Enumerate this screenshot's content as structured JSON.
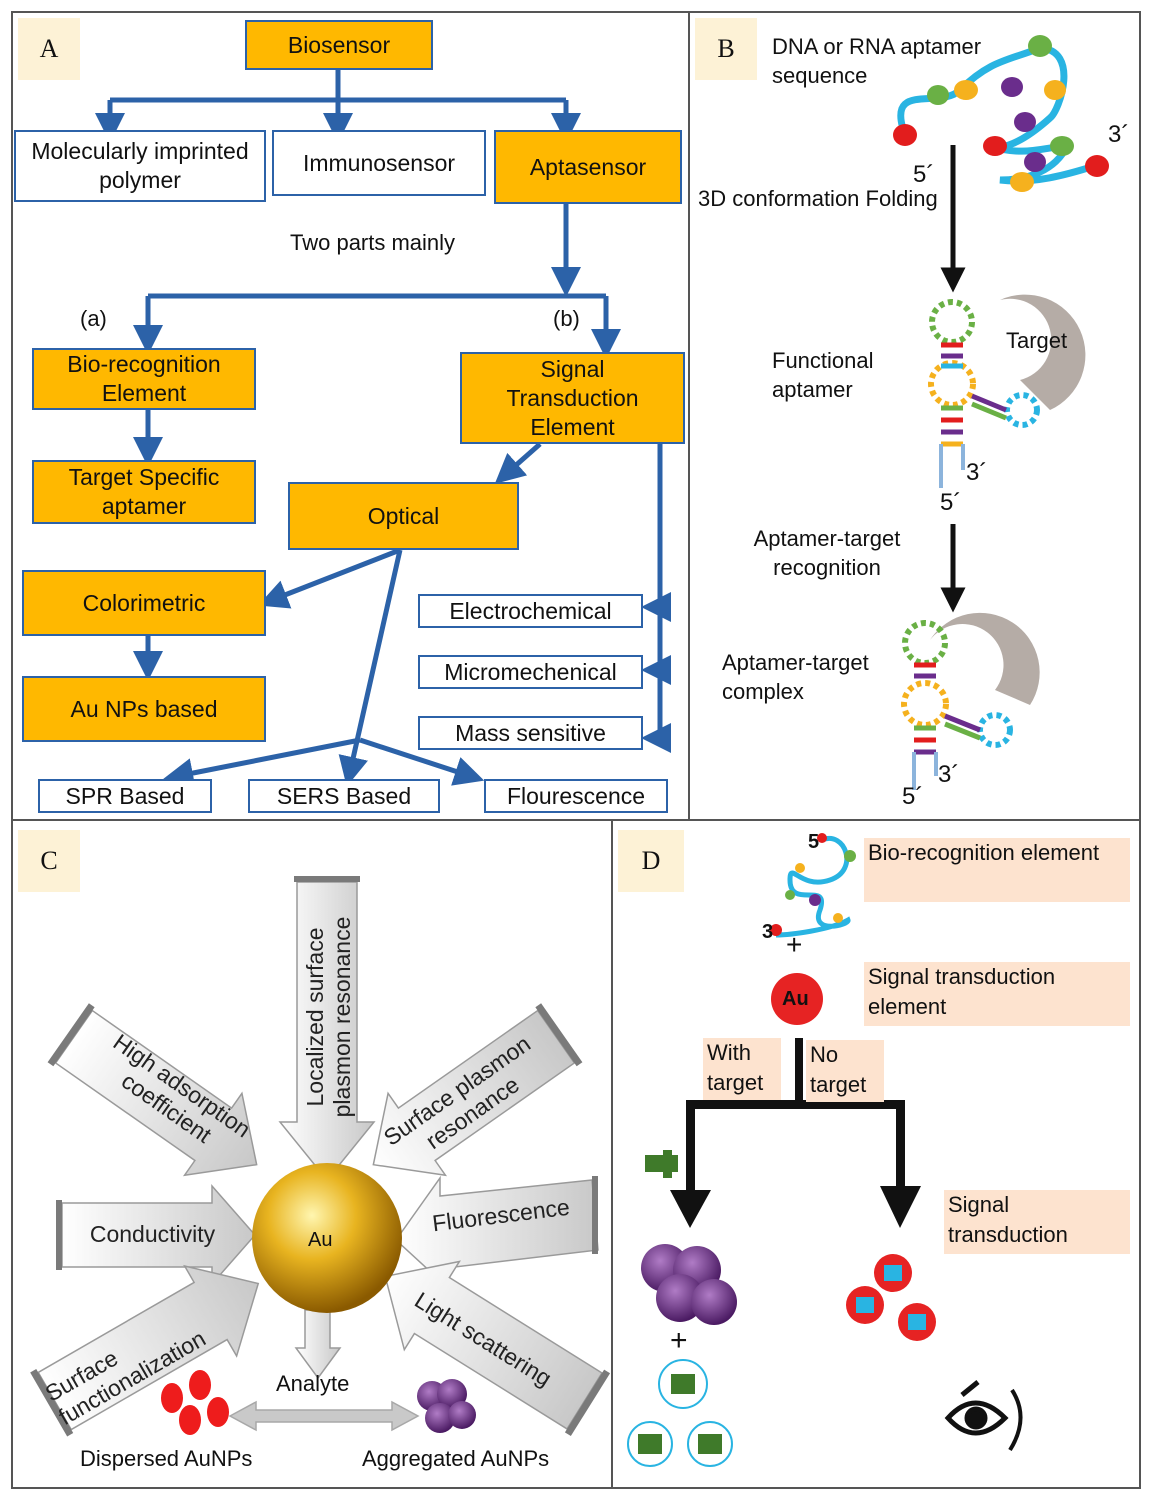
{
  "panelA": {
    "letter": "A",
    "biosensor": "Biosensor",
    "mip": "Molecularly imprinted polymer",
    "immuno": "Immunosensor",
    "apta": "Aptasensor",
    "two_parts": "Two parts mainly",
    "label_a": "(a)",
    "label_b": "(b)",
    "biorec": "Bio-recognition Element",
    "signal": "Signal Transduction Element",
    "target_specific": "Target Specific aptamer",
    "optical": "Optical",
    "colorimetric": "Colorimetric",
    "aunps": "Au NPs based",
    "electro": "Electrochemical",
    "micro": "Micromechenical",
    "mass": "Mass sensitive",
    "spr": "SPR Based",
    "sers": "SERS Based",
    "fluor": "Flourescence"
  },
  "panelB": {
    "letter": "B",
    "seq": "DNA or RNA aptamer sequence",
    "three_prime": "3´",
    "five_prime": "5´",
    "folding": "3D conformation Folding",
    "functional": "Functional aptamer",
    "target": "Target",
    "recognition": "Aptamer-target recognition",
    "complex": "Aptamer-target complex"
  },
  "panelC": {
    "letter": "C",
    "lspr": "Localized surface plasmon resonance",
    "spr": "Surface plasmon resonance",
    "fluor": "Fluorescence",
    "light": "Light scattering",
    "surface": "Surface functionalization",
    "conductivity": "Conductivity",
    "adsorption": "High adsorption coefficient",
    "au": "Au",
    "analyte": "Analyte",
    "dispersed": "Dispersed AuNPs",
    "aggregated": "Aggregated AuNPs"
  },
  "panelD": {
    "letter": "D",
    "five": "5",
    "three": "3",
    "biorec": "Bio-recognition element",
    "plus": "+",
    "au": "Au",
    "signal_elem": "Signal transduction element",
    "with_target": "With target",
    "no_target": "No target",
    "signal_trans": "Signal transduction"
  },
  "colors": {
    "orange_box": "#ffb800",
    "blue_line": "#2c62a8",
    "peach": "#fde3cf",
    "letter_bg": "#fdf2d6"
  }
}
